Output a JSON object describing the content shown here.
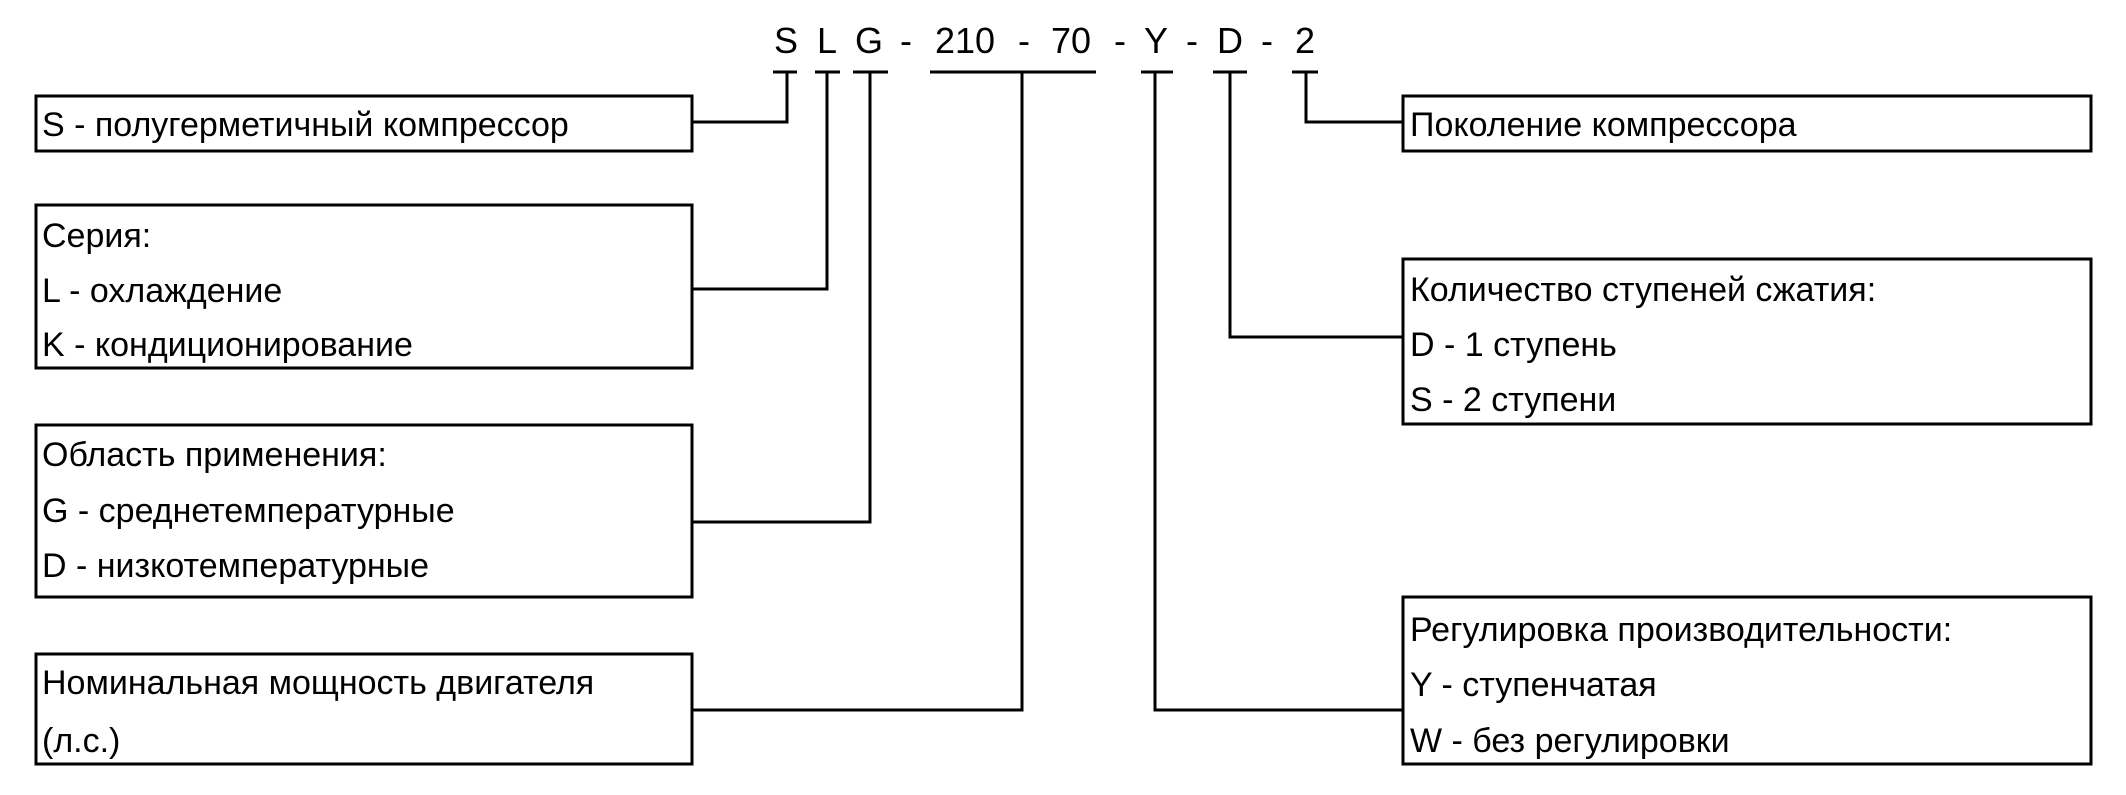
{
  "model_code": {
    "parts": [
      "S",
      "L",
      "G",
      "-",
      "210",
      "-",
      "70",
      "-",
      "Y",
      "-",
      "D",
      "-",
      "2"
    ]
  },
  "left_boxes": {
    "type": {
      "lines": [
        "S  - полугерметичный компрессор"
      ]
    },
    "series": {
      "lines": [
        "Серия:",
        "L  - охлаждение",
        "K  - кондиционирование"
      ]
    },
    "application": {
      "lines": [
        "Область применения:",
        "G  - среднетемпературные",
        "D  - низкотемпературные"
      ]
    },
    "power": {
      "lines": [
        "Номинальная мощность двигателя",
        "(л.с.)"
      ]
    }
  },
  "right_boxes": {
    "generation": {
      "lines": [
        "Поколение компрессора"
      ]
    },
    "stages": {
      "lines": [
        "Количество ступеней сжатия:",
        "D  - 1 ступень",
        "S  -  2 ступени"
      ]
    },
    "capacity_control": {
      "lines": [
        "Регулировка производительности:",
        "Y  - ступенчатая",
        "W  - без регулировки"
      ]
    }
  }
}
